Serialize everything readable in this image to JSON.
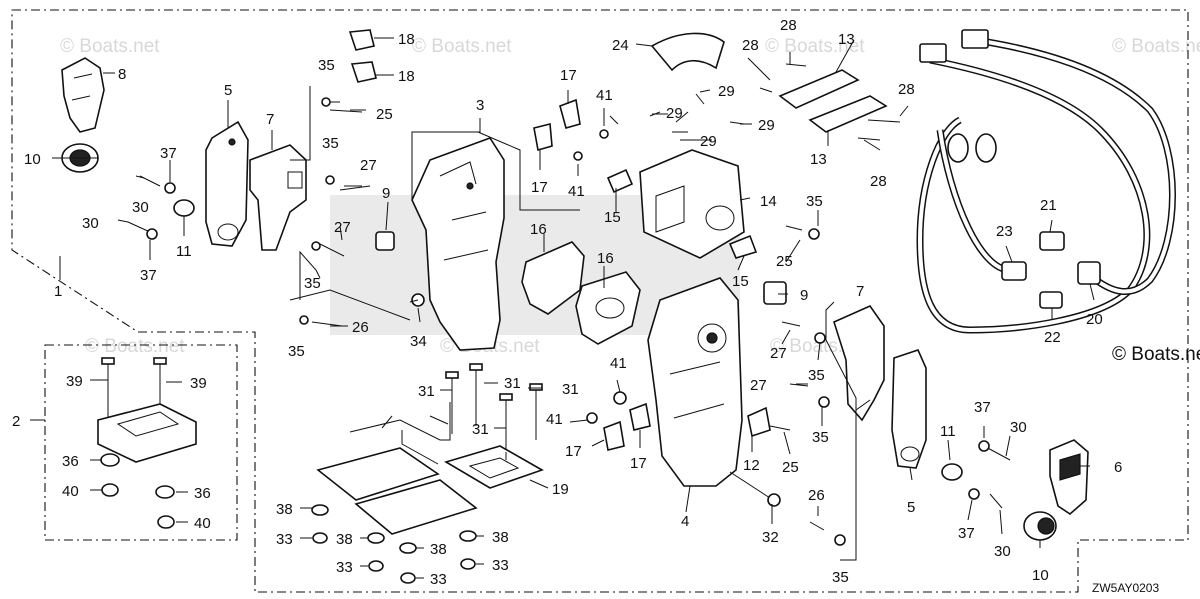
{
  "watermark": "© Boats.net",
  "diagram_code": "ZW5AY0203",
  "callouts": {
    "c1": "1",
    "c2": "2",
    "c3": "3",
    "c4": "4",
    "c5": "5",
    "c5b": "5",
    "c6": "6",
    "c7": "7",
    "c7b": "7",
    "c8": "8",
    "c9": "9",
    "c9b": "9",
    "c10": "10",
    "c10b": "10",
    "c11": "11",
    "c11b": "11",
    "c12": "12",
    "c13": "13",
    "c13b": "13",
    "c14": "14",
    "c15": "15",
    "c15b": "15",
    "c16": "16",
    "c16b": "16",
    "c17": "17",
    "c17b": "17",
    "c17c": "17",
    "c17d": "17",
    "c18": "18",
    "c18b": "18",
    "c19": "19",
    "c20": "20",
    "c21": "21",
    "c22": "22",
    "c23": "23",
    "c24": "24",
    "c25": "25",
    "c25b": "25",
    "c25c": "25",
    "c26": "26",
    "c26b": "26",
    "c27": "27",
    "c27b": "27",
    "c27c": "27",
    "c27d": "27",
    "c28": "28",
    "c28b": "28",
    "c28c": "28",
    "c29": "29",
    "c29b": "29",
    "c29c": "29",
    "c30": "30",
    "c30b": "30",
    "c30c": "30",
    "c30d": "30",
    "c31": "31",
    "c31b": "31",
    "c31c": "31",
    "c31d": "31",
    "c32": "32",
    "c33": "33",
    "c33b": "33",
    "c33c": "33",
    "c33d": "33",
    "c34": "34",
    "c35": "35",
    "c35b": "35",
    "c35c": "35",
    "c35d": "35",
    "c35e": "35",
    "c35f": "35",
    "c35g": "35",
    "c35h": "35",
    "c36": "36",
    "c36b": "36",
    "c37": "37",
    "c37b": "37",
    "c37c": "37",
    "c37d": "37",
    "c38": "38",
    "c38b": "38",
    "c38c": "38",
    "c38d": "38",
    "c39": "39",
    "c39b": "39",
    "c40": "40",
    "c40b": "40",
    "c41": "41",
    "c41b": "41",
    "c41c": "41",
    "c41d": "41"
  }
}
